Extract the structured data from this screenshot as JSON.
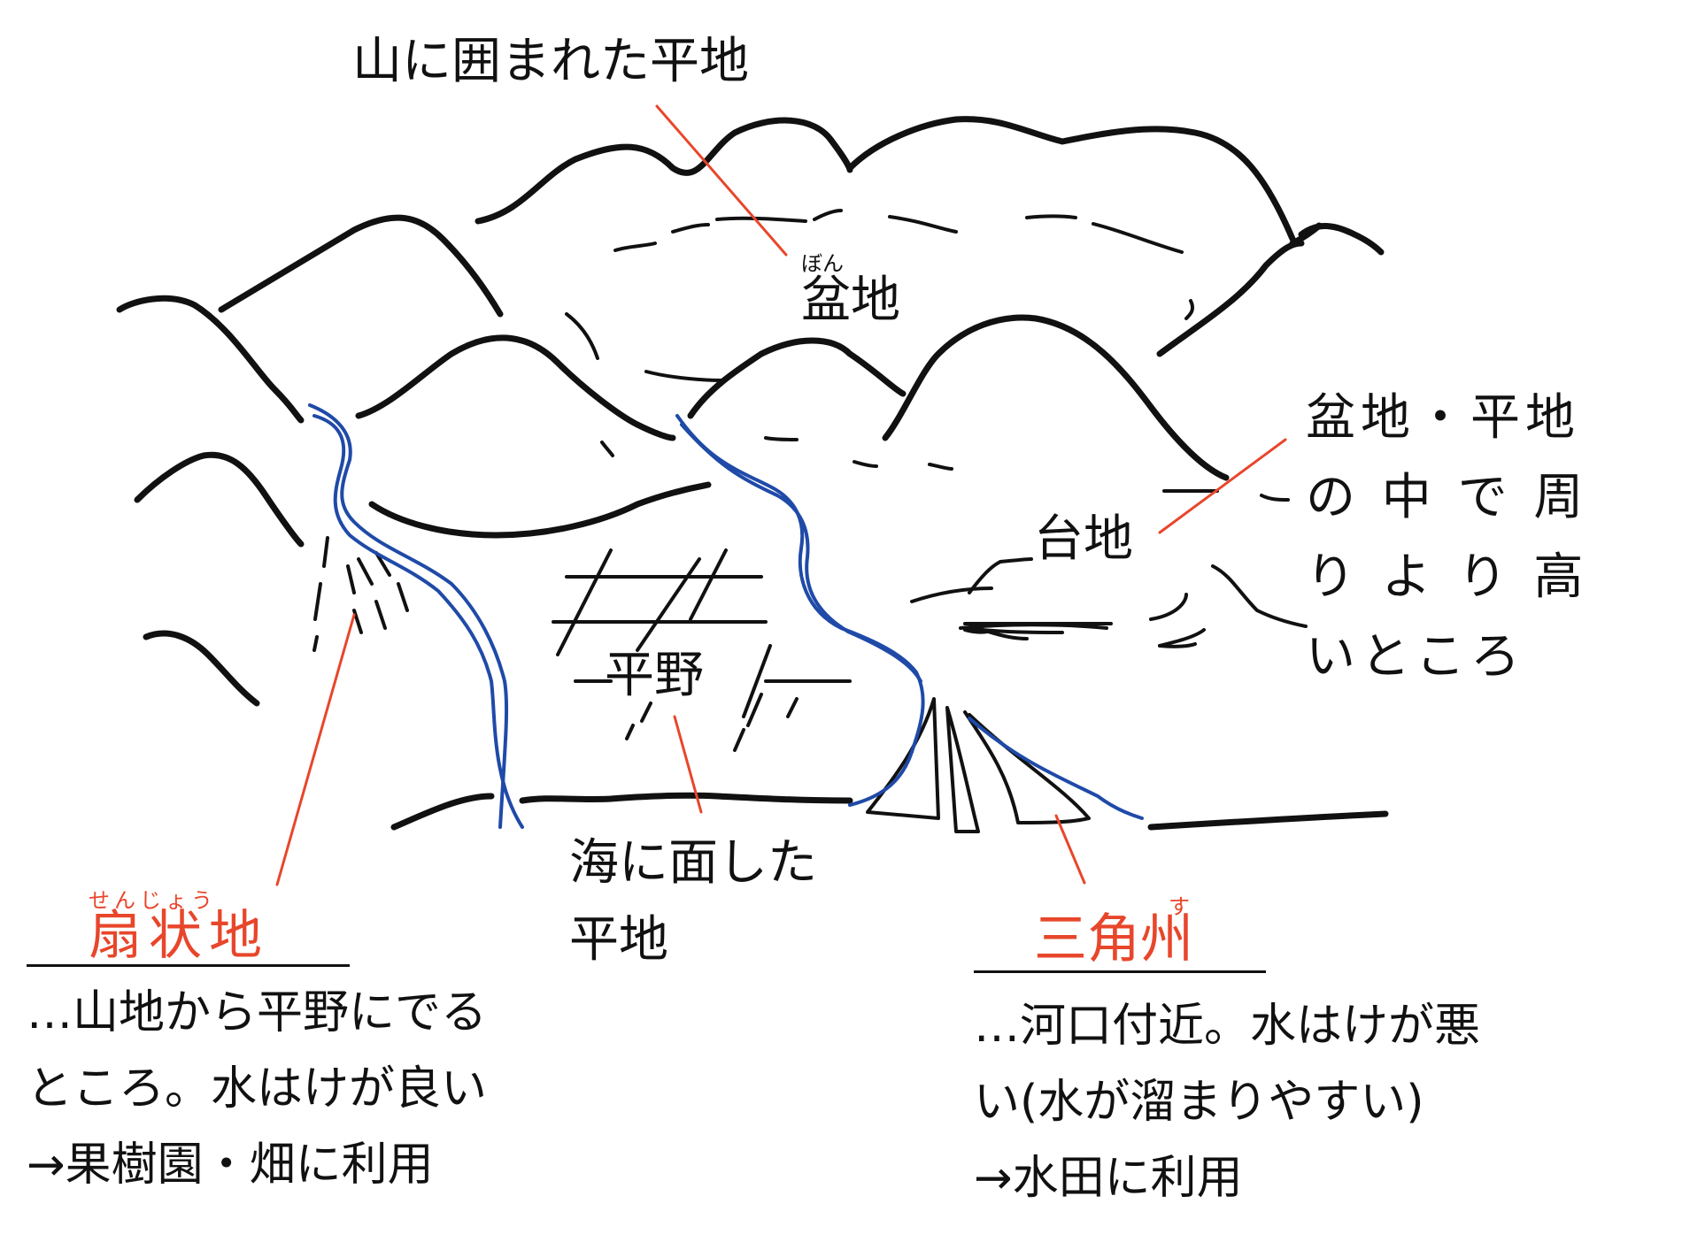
{
  "labels": {
    "basin_plain_top": "山に囲まれた平地",
    "basin_ruby": "ぼん",
    "basin": "盆地",
    "plain": "平野",
    "coastal_plain_1": "海に面した",
    "coastal_plain_2": "平地",
    "plateau": "台地",
    "plateau_desc": [
      "盆地・平地",
      "の 中 で 周",
      "り よ り 高",
      "いところ"
    ],
    "fan_ruby": "せんじょう",
    "fan": "扇状地",
    "fan_desc": [
      "…山地から平野にでる",
      "ところ。水はけが良い",
      "→果樹園・畑に利用"
    ],
    "delta_ruby": "す",
    "delta": "三角州",
    "delta_desc": [
      "…河口付近。水はけが悪",
      "い(水が溜まりやすい)",
      "→水田に利用"
    ]
  },
  "colors": {
    "outline": "#111111",
    "river": "#1f4aa8",
    "pointer": "#e8462b",
    "highlight_text": "#e8462b"
  }
}
